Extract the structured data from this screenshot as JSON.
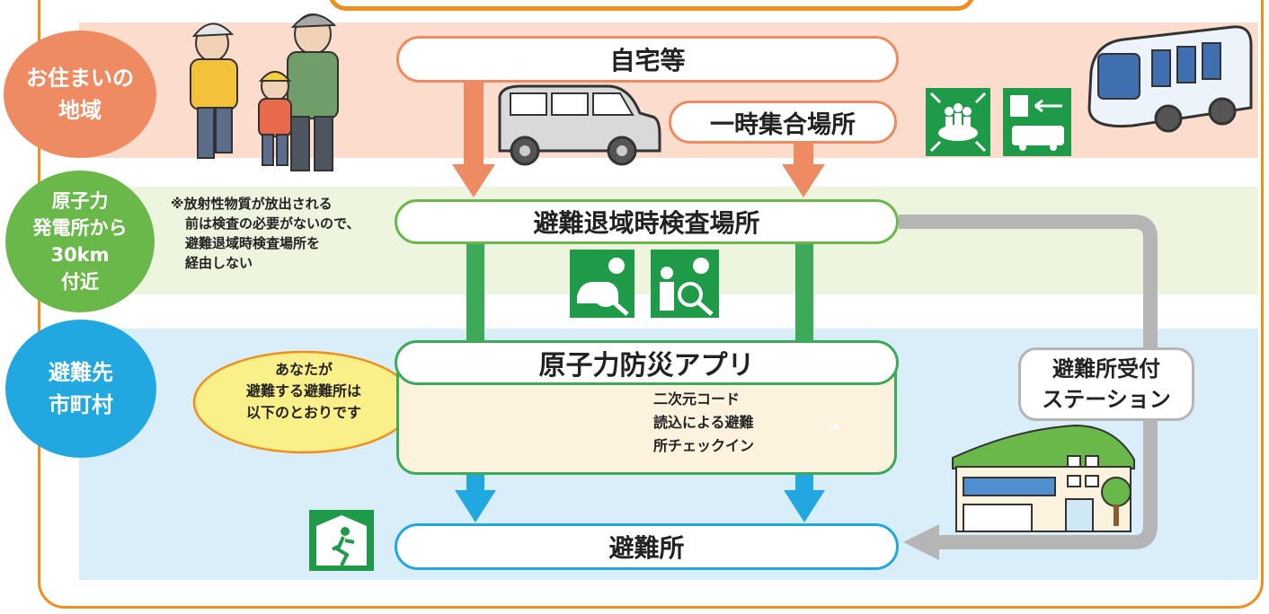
{
  "zones": {
    "home": [
      "お住まいの",
      "地域"
    ],
    "near_plant": [
      "原子力",
      "発電所から",
      "30km",
      "付近"
    ],
    "destination": [
      "避難先",
      "市町村"
    ]
  },
  "nodes": {
    "home": "自宅等",
    "assembly_point": "一時集合場所",
    "inspection_site": "避難退域時検査場所",
    "disaster_app": "原子力防災アプリ",
    "shelter": "避難所"
  },
  "note": [
    "※放射性物質が放出される",
    "前は検査の必要がないので、",
    "避難退域時検査場所を",
    "経由しない"
  ],
  "speech_bubble": [
    "あなたが",
    "避難する避難所は",
    "以下のとおりです"
  ],
  "qr_checkin": "二次元コード\n読込による避難\n所チェックイン",
  "qr_icon_label": "QR",
  "reception_station": [
    "避難所受付",
    "ステーション"
  ],
  "colors": {
    "frame": "#f08f1e",
    "home_zone": "#ee8b62",
    "home_band": "#fbdccd",
    "near_zone": "#6ab84a",
    "near_band": "#eef5df",
    "dest_zone": "#22a8e0",
    "dest_band": "#d9eef8",
    "sign_green": "#1f9a48",
    "station_route": "#b5b5b5"
  },
  "icons": [
    "evacuees-illustration",
    "car-icon",
    "bus-icon",
    "assembly-point-sign-icon",
    "bus-stop-sign-icon",
    "vehicle-inspection-sign-icon",
    "person-inspection-sign-icon",
    "smartphone-person-illustration",
    "qr-phone-icon",
    "shelter-exit-sign-icon",
    "building-illustration",
    "tree-icon"
  ]
}
